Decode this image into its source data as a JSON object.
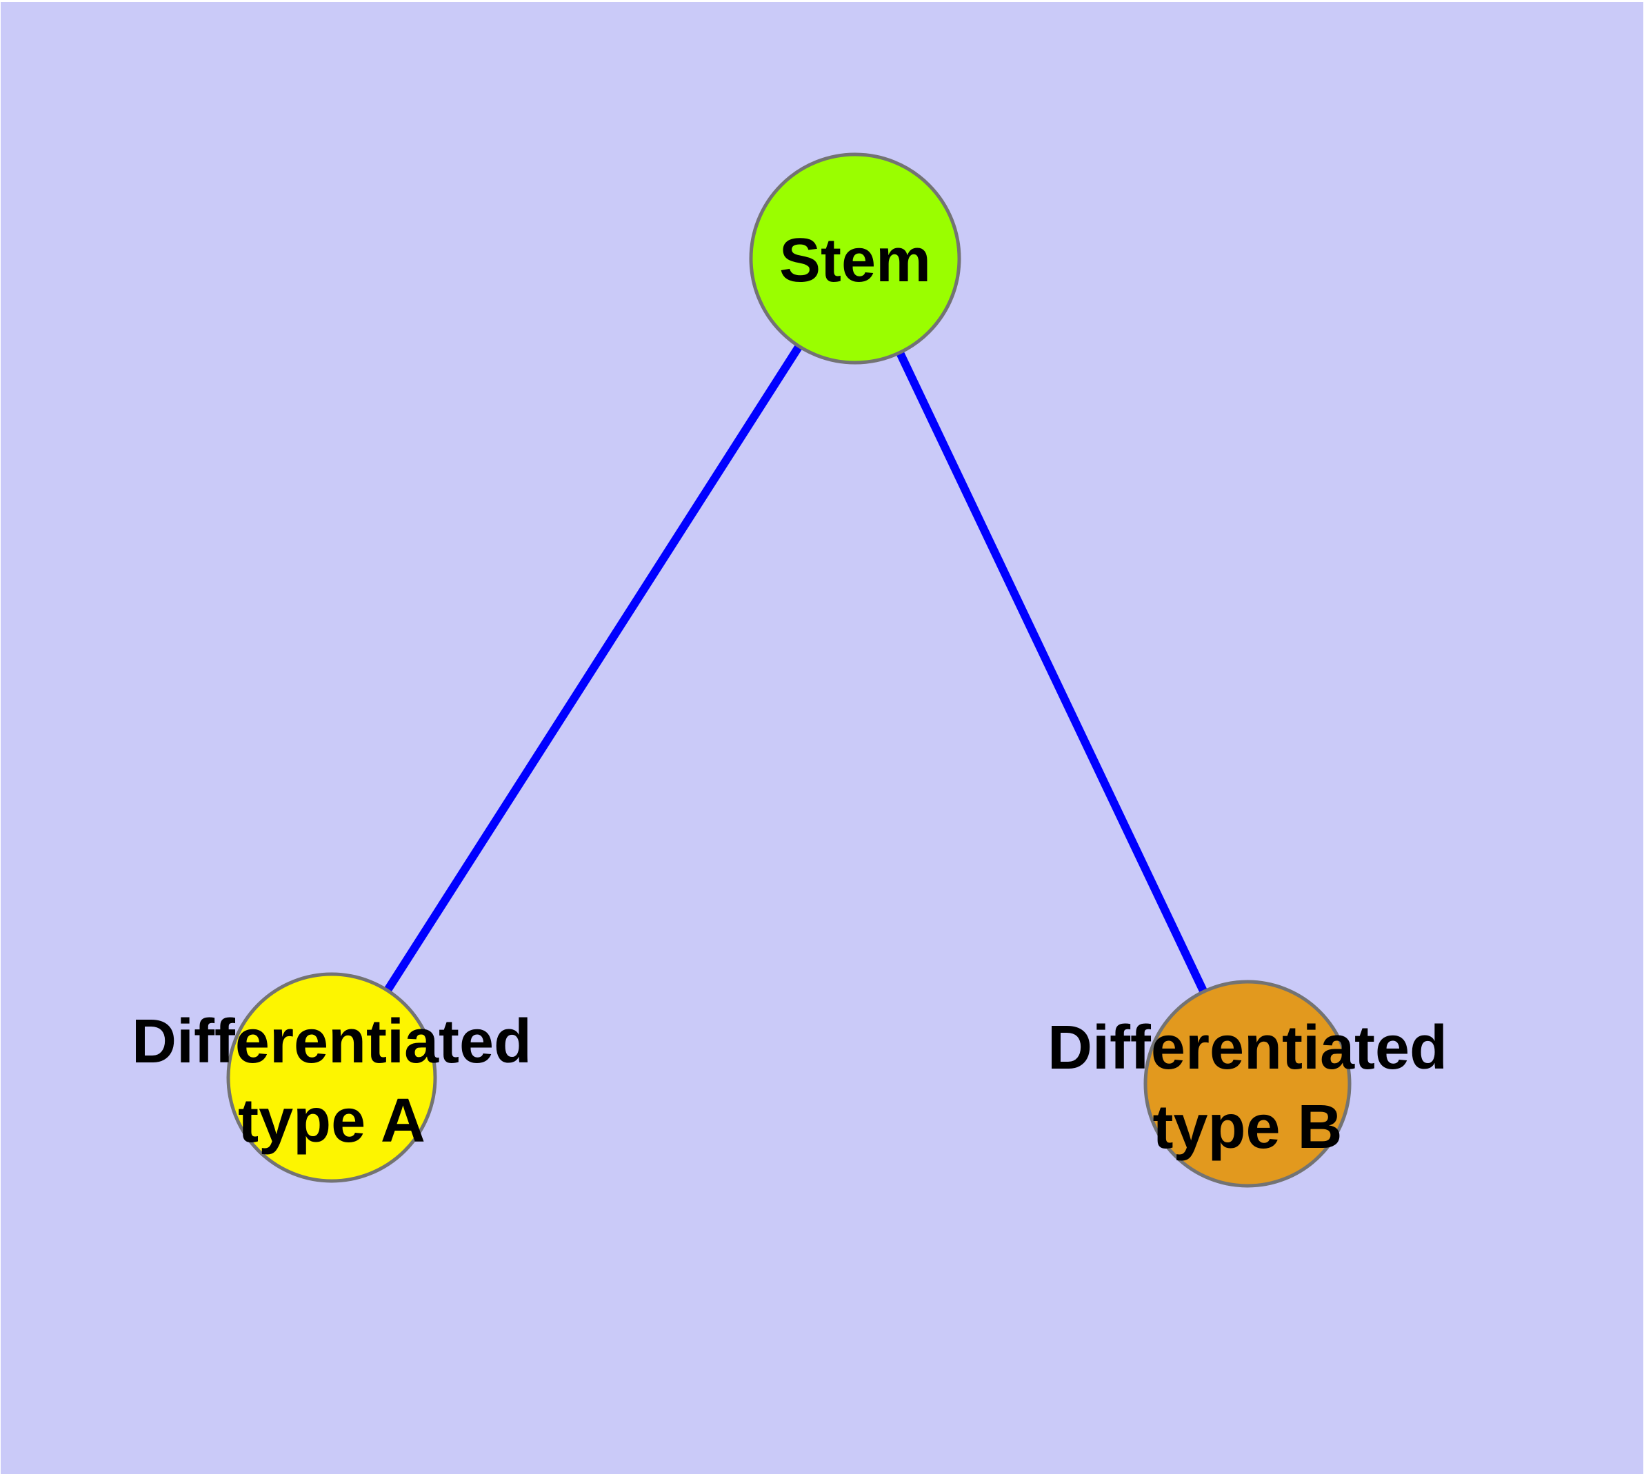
{
  "diagram": {
    "type": "graph",
    "background_color": "#cacaf8",
    "frame_color": "#ffffff",
    "edge_color": "#0000ff",
    "node_border_color": "#737373",
    "text_color": "#000000",
    "nodes": [
      {
        "id": "stem",
        "fill": "#9afe00",
        "label_lines": [
          "Stem"
        ]
      },
      {
        "id": "differentiated-type-a",
        "fill": "#fdf500",
        "label_lines": [
          "Differentiated",
          "type A"
        ]
      },
      {
        "id": "differentiated-type-b",
        "fill": "#e2991e",
        "label_lines": [
          "Differentiated",
          "type B"
        ]
      }
    ],
    "edges": [
      {
        "from": "stem",
        "to": "differentiated-type-a"
      },
      {
        "from": "stem",
        "to": "differentiated-type-b"
      }
    ]
  }
}
